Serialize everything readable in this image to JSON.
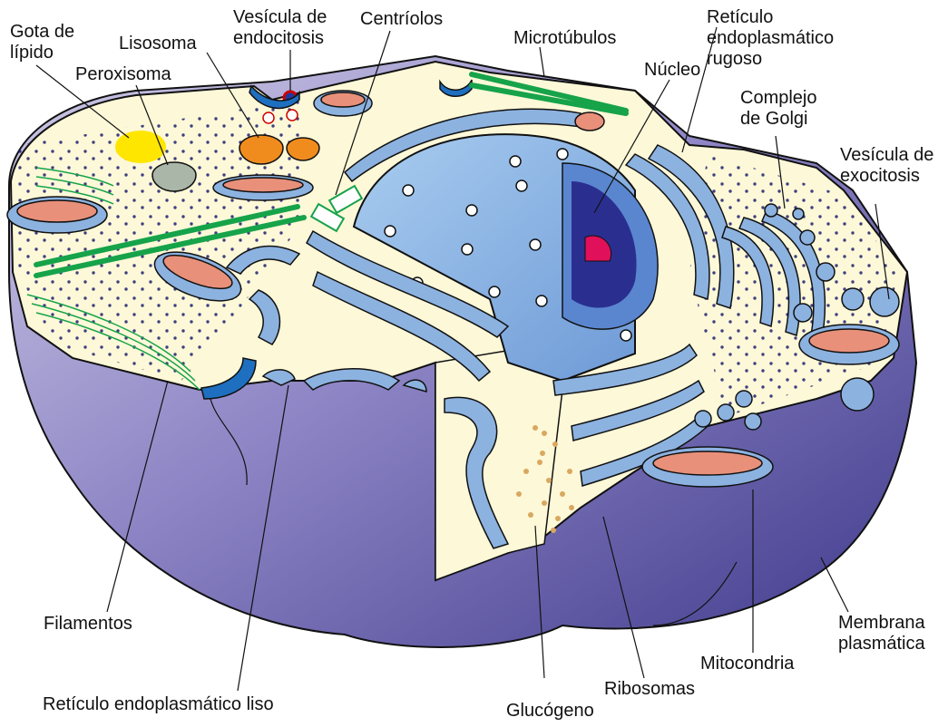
{
  "labels": {
    "lipid_droplet": "Gota de\nlípido",
    "endocytic_vesicle": "Vesícula de\nendocitosis",
    "lysosome": "Lisosoma",
    "peroxisome": "Peroxisoma",
    "centrioles": "Centríolos",
    "microtubules": "Microtúbulos",
    "rough_er": "Retículo\nendoplasmático\nrugoso",
    "nucleus": "Núcleo",
    "golgi": "Complejo\nde Golgi",
    "exocytic_vesicle": "Vesícula de\nexocitosis",
    "filaments": "Filamentos",
    "plasma_membrane": "Membrana\nplasmática",
    "mitochondrion": "Mitocondria",
    "ribosomes": "Ribosomas",
    "smooth_er": "Retículo endoplasmático liso",
    "glycogen": "Glucógeno"
  },
  "colors": {
    "cytoplasm": "#fdf8d8",
    "membrane_side": "#7a72b8",
    "nucleus": "#8fb6e6",
    "nucleolus": "#e0105a",
    "er": "#8cb2e0",
    "mitochondria": "#e8907a",
    "lysosome": "#f08c1e",
    "lipid": "#ffe600",
    "microtubule": "#16a34a",
    "ribosome": "#1e1e6e",
    "glycogen": "#d9a860"
  }
}
